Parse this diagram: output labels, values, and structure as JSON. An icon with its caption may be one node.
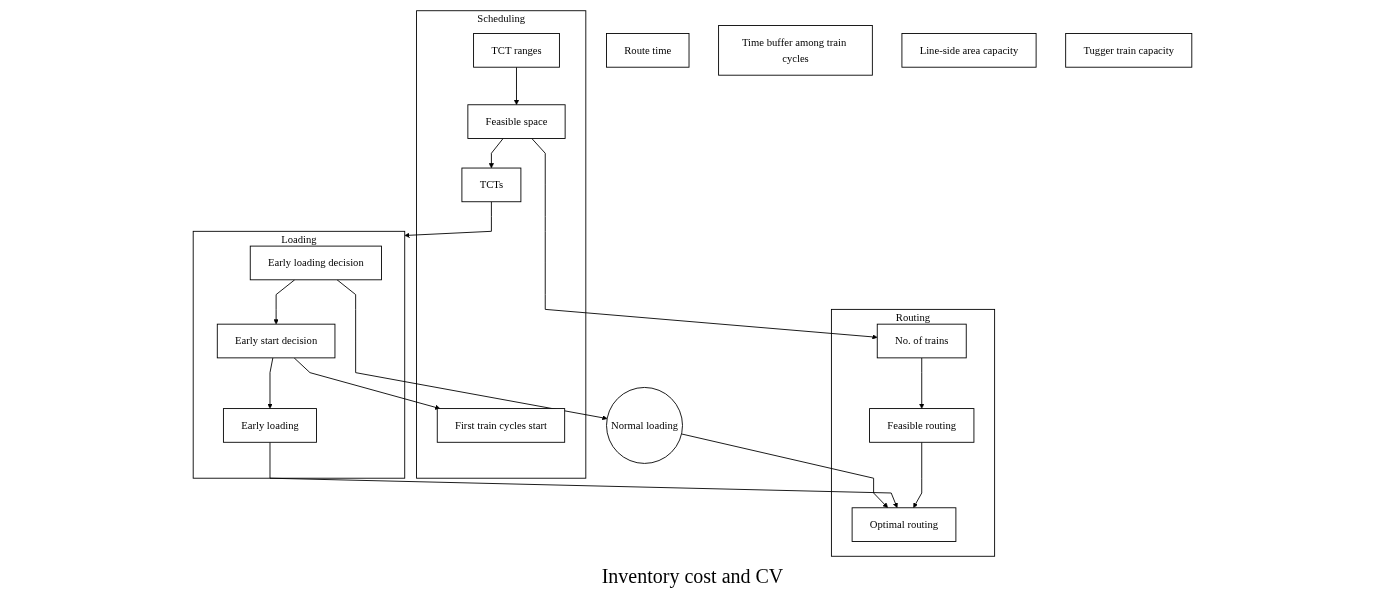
{
  "diagram": {
    "nodes": [
      {
        "text": [
          "Tugger train capacity"
        ]
      },
      {
        "text": [
          "Line-side area capacity"
        ]
      },
      {
        "text": [
          "Loading"
        ]
      },
      {
        "text": [
          "Early loading decision"
        ],
        "in": 2
      },
      {
        "text": [
          "Early start decision"
        ],
        "in": 2
      },
      {
        "text": [
          "Early loading"
        ],
        "in": 2
      },
      {
        "text": [
          "Normal loading"
        ]
      },
      {
        "text": [
          "Routing"
        ]
      },
      {
        "text": [
          "No. of trains"
        ],
        "in": 7
      },
      {
        "text": [
          "Feasible routing"
        ],
        "in": 7
      },
      {
        "text": [
          "Optimal routing"
        ],
        "in": 7
      },
      {
        "text": [
          "Scheduling"
        ]
      },
      {
        "text": [
          "TCT ranges"
        ],
        "in": 11
      },
      {
        "text": [
          "Feasible space"
        ],
        "in": 11
      },
      {
        "text": [
          "TCTs"
        ],
        "in": 11
      },
      {
        "text": [
          "First train cycles start"
        ],
        "in": 11
      },
      {
        "text": [
          "Time buffer among train cycles"
        ]
      },
      {
        "text": [
          "Route time"
        ]
      }
    ],
    "edges": [
      {
        "from": 14,
        "to": 2,
        "arrow": "to"
      },
      {
        "from": 3,
        "to": 6,
        "arrow": "to"
      },
      {
        "from": 3,
        "to": 4,
        "arrow": "to"
      },
      {
        "from": 4,
        "to": 5,
        "arrow": "to"
      },
      {
        "from": 6,
        "to": 10,
        "arrow": "to"
      },
      {
        "from": 5,
        "to": 10,
        "arrow": "to"
      },
      {
        "from": 13,
        "to": 8,
        "arrow": "to"
      },
      {
        "from": 8,
        "to": 9,
        "arrow": "to"
      },
      {
        "from": 9,
        "to": 10,
        "arrow": "to"
      },
      {
        "from": 12,
        "to": 13,
        "arrow": "to"
      },
      {
        "from": 13,
        "to": 14,
        "arrow": "to"
      },
      {
        "from": 4,
        "to": 15,
        "arrow": "to"
      }
    ],
    "labels": [
      "Inventory cost and CV"
    ]
  }
}
